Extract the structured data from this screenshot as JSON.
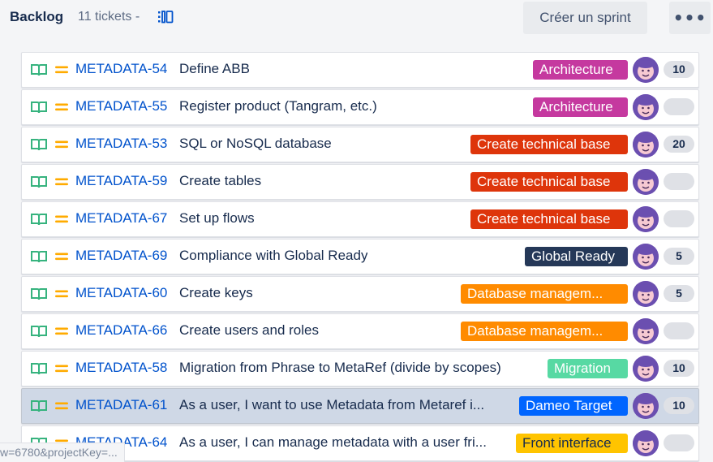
{
  "header": {
    "title": "Backlog",
    "ticket_count": "11 tickets -",
    "create_sprint_label": "Créer un sprint",
    "more_label": "•••"
  },
  "colors": {
    "key_link": "#0052cc",
    "story_icon": "#36b37e",
    "priority_icon": "#ffab00"
  },
  "issues": [
    {
      "key": "METADATA-54",
      "summary": "Define ABB",
      "epic": "Architecture",
      "epic_color": "#c5399f",
      "points": "10"
    },
    {
      "key": "METADATA-55",
      "summary": "Register product (Tangram, etc.)",
      "epic": "Architecture",
      "epic_color": "#c5399f",
      "points": ""
    },
    {
      "key": "METADATA-53",
      "summary": "SQL or NoSQL database",
      "epic": "Create technical base",
      "epic_color": "#de350b",
      "points": "20"
    },
    {
      "key": "METADATA-59",
      "summary": "Create tables",
      "epic": "Create technical base",
      "epic_color": "#de350b",
      "points": ""
    },
    {
      "key": "METADATA-67",
      "summary": "Set up flows",
      "epic": "Create technical base",
      "epic_color": "#de350b",
      "points": ""
    },
    {
      "key": "METADATA-69",
      "summary": "Compliance with Global Ready",
      "epic": "Global Ready",
      "epic_color": "#253858",
      "points": "5"
    },
    {
      "key": "METADATA-60",
      "summary": "Create keys",
      "epic": "Database managem...",
      "epic_color": "#ff8b00",
      "points": "5"
    },
    {
      "key": "METADATA-66",
      "summary": "Create users and roles",
      "epic": "Database managem...",
      "epic_color": "#ff8b00",
      "points": ""
    },
    {
      "key": "METADATA-58",
      "summary": "Migration from Phrase to MetaRef (divide by scopes)",
      "epic": "Migration",
      "epic_color": "#57d9a3",
      "points": "10"
    },
    {
      "key": "METADATA-61",
      "summary": "As a user, I want to use Metadata from Metaref i...",
      "epic": "Dameo Target",
      "epic_color": "#0065ff",
      "points": "10"
    },
    {
      "key": "METADATA-64",
      "summary": "As a user, I can manage metadata with a user fri...",
      "epic": "Front interface",
      "epic_color": "#ffc400",
      "points": ""
    }
  ],
  "status_url": "w=6780&projectKey=..."
}
